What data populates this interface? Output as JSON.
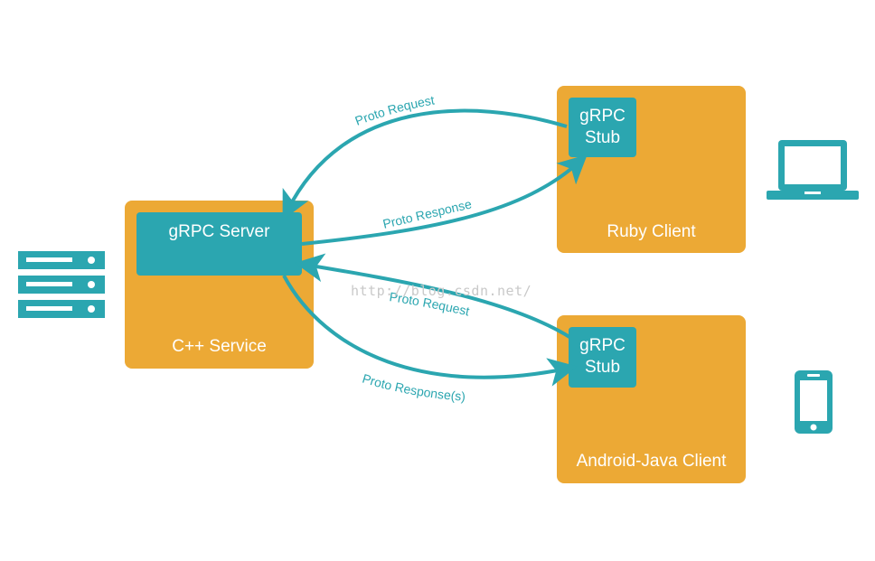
{
  "colors": {
    "service_box": "#eca935",
    "inner_box": "#2ba6b0",
    "arrow": "#2ba6b0",
    "device_icon": "#2ba6b0"
  },
  "nodes": {
    "cpp_service": {
      "label": "C++ Service",
      "inner_label": "gRPC Server"
    },
    "ruby_client": {
      "label": "Ruby Client",
      "inner_label_line1": "gRPC",
      "inner_label_line2": "Stub"
    },
    "android_client": {
      "label": "Android-Java Client",
      "inner_label_line1": "gRPC",
      "inner_label_line2": "Stub"
    }
  },
  "edges": {
    "ruby_request": "Proto Request",
    "ruby_response": "Proto Response",
    "android_request": "Proto Request",
    "android_response": "Proto Response(s)"
  },
  "icons": {
    "server": "server-rack-icon",
    "laptop": "laptop-icon",
    "phone": "smartphone-icon"
  },
  "watermark": "http://blog.csdn.net/"
}
